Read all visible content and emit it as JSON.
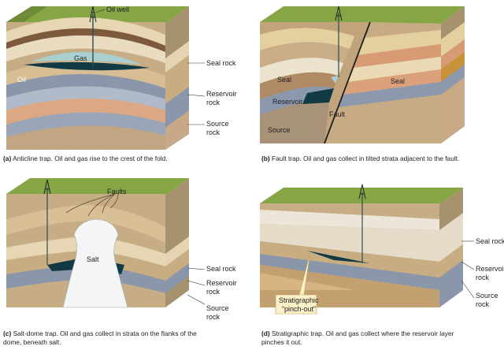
{
  "panel_a": {
    "labels": {
      "oil_well": "Oil well",
      "gas": "Gas",
      "oil": "Oil",
      "seal_rock": "Seal rock",
      "reservoir_rock_1": "Reservoir",
      "reservoir_rock_2": "rock",
      "source_rock_1": "Source",
      "source_rock_2": "rock"
    },
    "caption_letter": "(a)",
    "caption_text": "Anticline trap. Oil and gas rise to the crest of the fold."
  },
  "panel_b": {
    "labels": {
      "seal_left": "Seal",
      "seal_right": "Seal",
      "reservoir": "Reservoir",
      "source": "Source",
      "fault": "Fault"
    },
    "caption_letter": "(b)",
    "caption_text": "Fault trap. Oil and gas collect in tilted strata adjacent to the fault."
  },
  "panel_c": {
    "labels": {
      "faults": "Faults",
      "salt": "Salt",
      "seal_rock": "Seal rock",
      "reservoir_rock_1": "Reservoir",
      "reservoir_rock_2": "rock",
      "source_rock_1": "Source",
      "source_rock_2": "rock"
    },
    "caption_letter": "(c)",
    "caption_line1": "Salt-dome trap. Oil and gas collect in strata on the flanks of the",
    "caption_line2": "dome, beneath salt."
  },
  "panel_d": {
    "labels": {
      "seal_rock": "Seal rock",
      "reservoir_rock_1": "Reservoir",
      "reservoir_rock_2": "rock",
      "source_rock_1": "Source",
      "source_rock_2": "rock",
      "pinchout_1": "Stratigraphic",
      "pinchout_2": "“pinch-out”"
    },
    "caption_letter": "(d)",
    "caption_line1": "Stratigraphic trap. Oil and gas collect where the reservoir layer",
    "caption_line2": "pinches it out."
  },
  "colors": {
    "grass": "#7a9a3c",
    "seal": "#e7d8b6",
    "reservoir": "#b89a74",
    "source": "#7f8fa5",
    "oil": "#123a44",
    "gas": "#a9cfd1",
    "salt": "#f4f5f7"
  }
}
